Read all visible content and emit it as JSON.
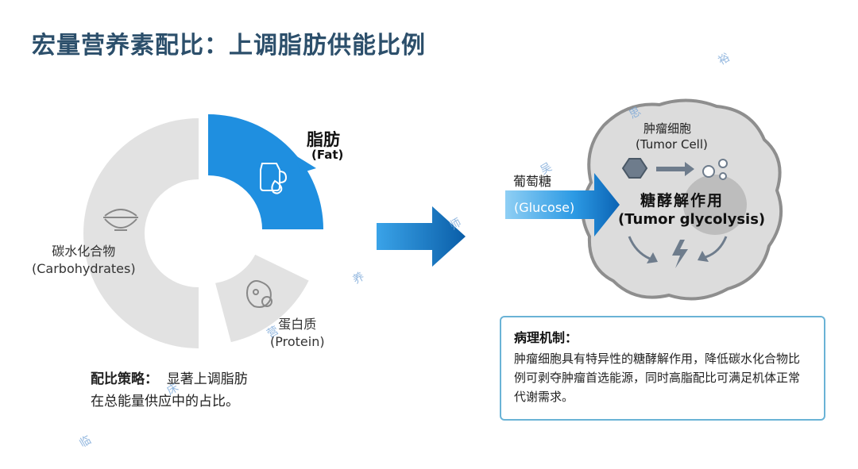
{
  "title": "宏量营养素配比：上调脂肪供能比例",
  "donut": {
    "fat": {
      "label_cn": "脂肪",
      "label_en": "(Fat)",
      "icon": "fat-jug-icon",
      "color": "#1f8fe0"
    },
    "carbohydrates": {
      "label_cn": "碳水化合物",
      "label_en": "(Carbohydrates)",
      "icon": "rice-bowl-icon",
      "color": "#e2e2e2"
    },
    "protein": {
      "label_cn": "蛋白质",
      "label_en": "(Protein)",
      "icon": "meat-icon",
      "color": "#e2e2e2"
    }
  },
  "strategy": {
    "label": "配比策略：",
    "text_line1": "显著上调脂肪",
    "text_line2": "在总能量供应中的占比。"
  },
  "glucose": {
    "label_cn": "葡萄糖",
    "label_en": "(Glucose)"
  },
  "tumor_cell": {
    "label_cn": "肿瘤细胞",
    "label_en": "(Tumor Cell)",
    "process_cn": "糖酵解作用",
    "process_en": "(Tumor glycolysis)"
  },
  "mechanism": {
    "title": "病理机制：",
    "body": "肿瘤细胞具有特异性的糖酵解作用，降低碳水化合物比例可剥夺肿瘤首选能源，同时高脂配比可满足机体正常代谢需求。"
  },
  "watermark": [
    "临",
    "床",
    "营",
    "养",
    "师",
    "吴",
    "思",
    "裕"
  ],
  "colors": {
    "accent": "#1f8fe0",
    "title": "#2c4f6b",
    "cell": "#dcdcdc",
    "box_border": "#6ab3d6"
  }
}
